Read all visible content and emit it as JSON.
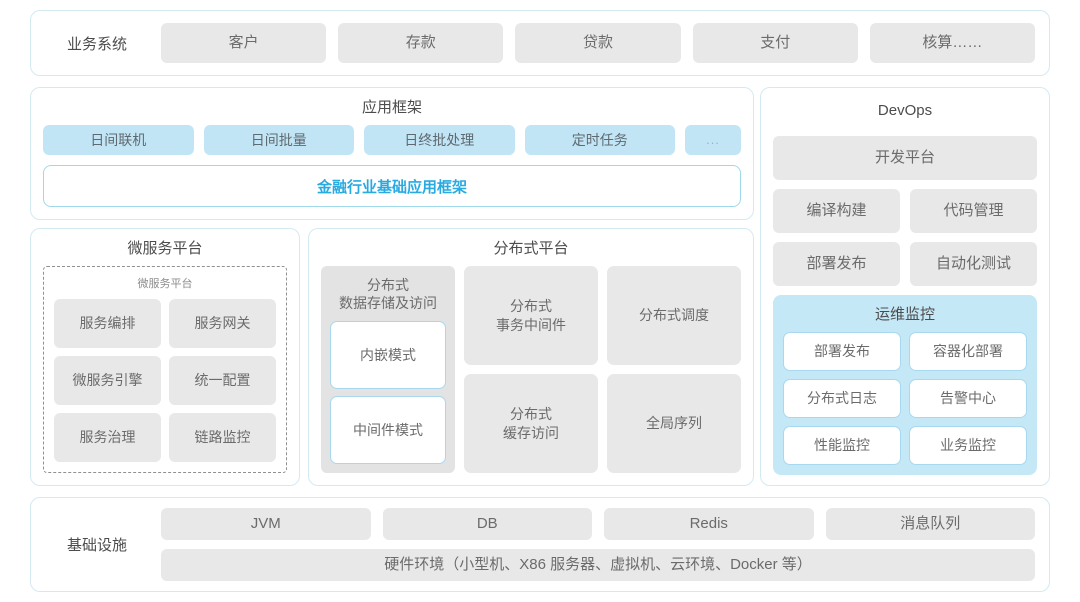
{
  "business_systems": {
    "label": "业务系统",
    "items": [
      "客户",
      "存款",
      "贷款",
      "支付",
      "核算……"
    ]
  },
  "app_framework": {
    "title": "应用框架",
    "chips": [
      "日间联机",
      "日间批量",
      "日终批处理",
      "定时任务",
      "..."
    ],
    "base_band": "金融行业基础应用框架",
    "base_band_color": "#29abe2"
  },
  "microservice_platform": {
    "title": "微服务平台",
    "inner_title": "微服务平台",
    "items": [
      "服务编排",
      "服务网关",
      "微服务引擎",
      "统一配置",
      "服务治理",
      "链路监控"
    ]
  },
  "distributed_platform": {
    "title": "分布式平台",
    "storage_card": {
      "title": "分布式\n数据存储及访问",
      "title_line1": "分布式",
      "title_line2": "数据存储及访问",
      "modes": [
        "内嵌模式",
        "中间件模式"
      ]
    },
    "cells": [
      {
        "line1": "分布式",
        "line2": "事务中间件"
      },
      {
        "line1": "分布式调度",
        "line2": ""
      },
      {
        "line1": "分布式",
        "line2": "缓存访问"
      },
      {
        "line1": "全局序列",
        "line2": ""
      }
    ]
  },
  "devops": {
    "title": "DevOps",
    "platform": "开发平台",
    "items": [
      "编译构建",
      "代码管理",
      "部署发布",
      "自动化测试"
    ],
    "monitoring": {
      "title": "运维监控",
      "panel_color": "#c5e8f7",
      "items": [
        "部署发布",
        "容器化部署",
        "分布式日志",
        "告警中心",
        "性能监控",
        "业务监控"
      ]
    }
  },
  "infrastructure": {
    "label": "基础设施",
    "items": [
      "JVM",
      "DB",
      "Redis",
      "消息队列"
    ],
    "hardware": "硬件环境（小型机、X86 服务器、虚拟机、云环境、Docker 等）"
  },
  "theme": {
    "panel_border": "#d3eaf3",
    "chip_gray": "#e8e8e8",
    "chip_blue": "#c2e5f6",
    "text_gray": "#6b6b6b"
  }
}
